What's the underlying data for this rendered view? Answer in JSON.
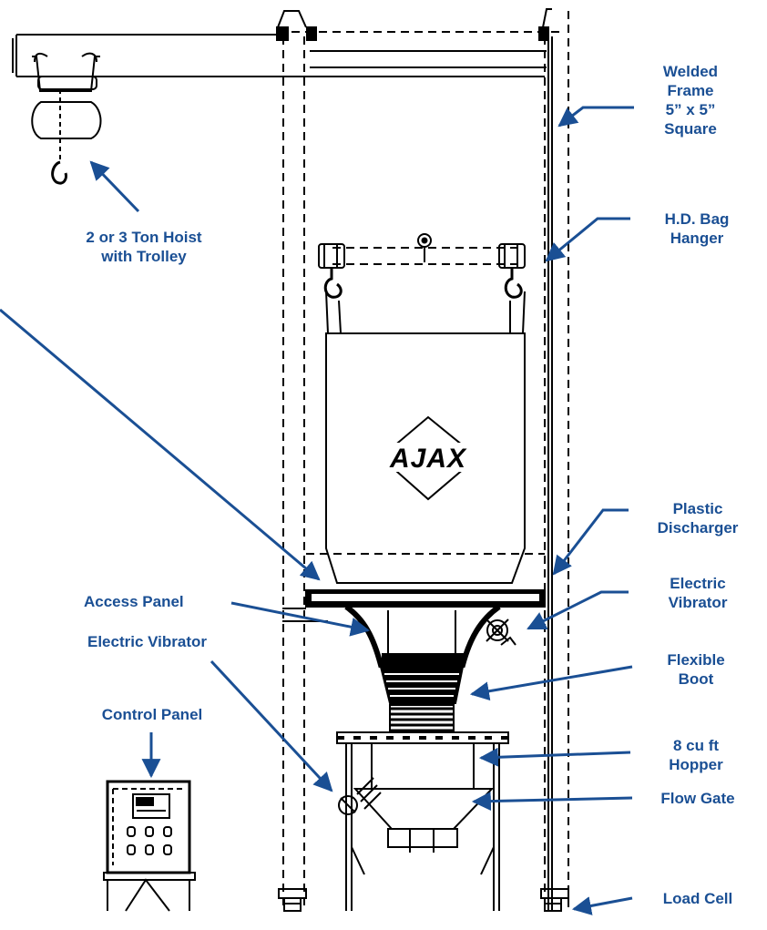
{
  "colors": {
    "label": "#1a4f94",
    "arrow": "#1a4f94",
    "line": "#000000"
  },
  "logo_text": "AJAX",
  "labels": {
    "welded_frame": [
      "Welded",
      "Frame",
      "5” x 5”",
      "Square"
    ],
    "hoist": [
      "2 or 3 Ton Hoist",
      "with Trolley"
    ],
    "bag_hanger": [
      "H.D. Bag",
      "Hanger"
    ],
    "plastic_discharger": [
      "Plastic",
      "Discharger"
    ],
    "electric_vibrator_right": [
      "Electric",
      "Vibrator"
    ],
    "access_panel": "Access Panel",
    "electric_vibrator_left": "Electric Vibrator",
    "flexible_boot": [
      "Flexible",
      "Boot"
    ],
    "control_panel": "Control Panel",
    "hopper": [
      "8 cu ft",
      "Hopper"
    ],
    "flow_gate": "Flow Gate",
    "load_cell": "Load Cell"
  }
}
